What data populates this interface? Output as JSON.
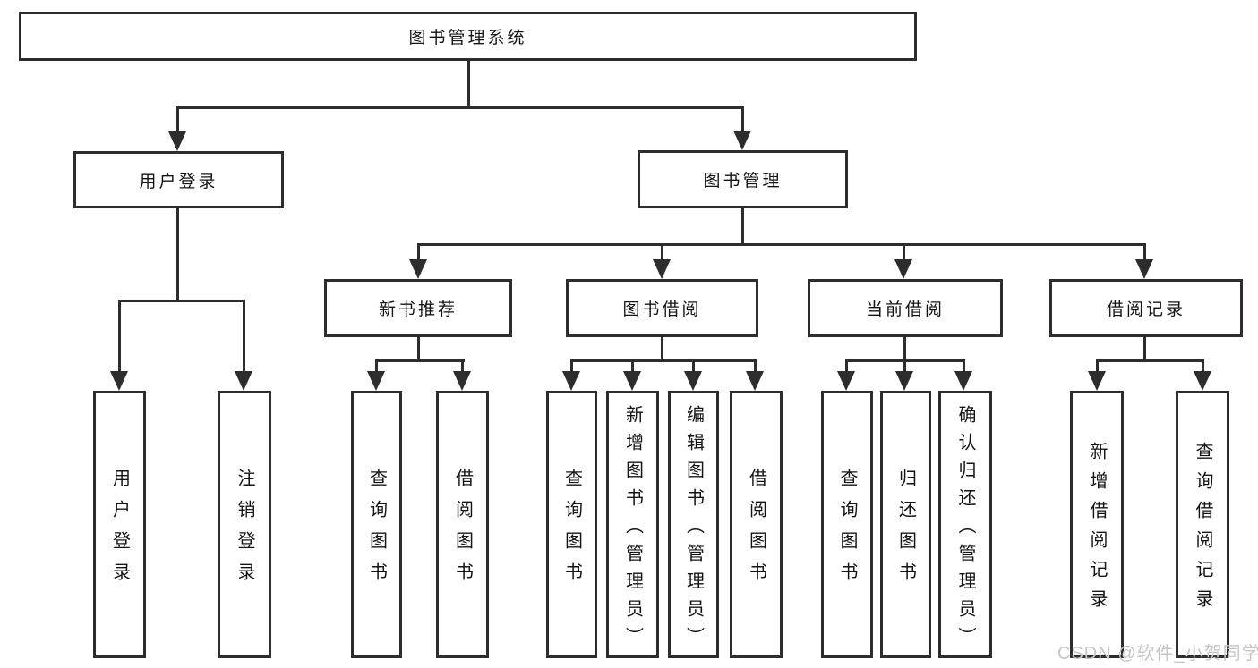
{
  "diagram": {
    "title": "图书管理系统",
    "type": "hierarchy-tree",
    "nodes": {
      "root": "图书管理系统",
      "user_login": "用户登录",
      "book_mgmt": "图书管理",
      "new_book_rec": "新书推荐",
      "book_borrow": "图书借阅",
      "current_borrow": "当前借阅",
      "borrow_record": "借阅记录",
      "leaf_user_login": "用户登录",
      "leaf_logout": "注销登录",
      "leaf_query_book_rec": "查询图书",
      "leaf_borrow_book_rec": "借阅图书",
      "leaf_query_book_borrow": "查询图书",
      "leaf_add_book_admin": "新增图书（管理员）",
      "leaf_edit_book_admin": "编辑图书（管理员）",
      "leaf_borrow_book_borrow": "借阅图书",
      "leaf_query_book_current": "查询图书",
      "leaf_return_book": "归还图书",
      "leaf_confirm_return_admin": "确认归还（管理员）",
      "leaf_add_borrow_record": "新增借阅记录",
      "leaf_query_borrow_record": "查询借阅记录"
    },
    "structure": {
      "图书管理系统": {
        "用户登录": [
          "用户登录",
          "注销登录"
        ],
        "图书管理": {
          "新书推荐": [
            "查询图书",
            "借阅图书"
          ],
          "图书借阅": [
            "查询图书",
            "新增图书（管理员）",
            "编辑图书（管理员）",
            "借阅图书"
          ],
          "当前借阅": [
            "查询图书",
            "归还图书",
            "确认归还（管理员）"
          ],
          "借阅记录": [
            "新增借阅记录",
            "查询借阅记录"
          ]
        }
      }
    },
    "colors": {
      "line": "#2d2d2d",
      "box_border": "#2d2d2d",
      "box_fill": "#ffffff",
      "text": "#141414",
      "watermark": "#c6c6c6"
    }
  },
  "watermark": "CSDN @软件_小贺同学"
}
